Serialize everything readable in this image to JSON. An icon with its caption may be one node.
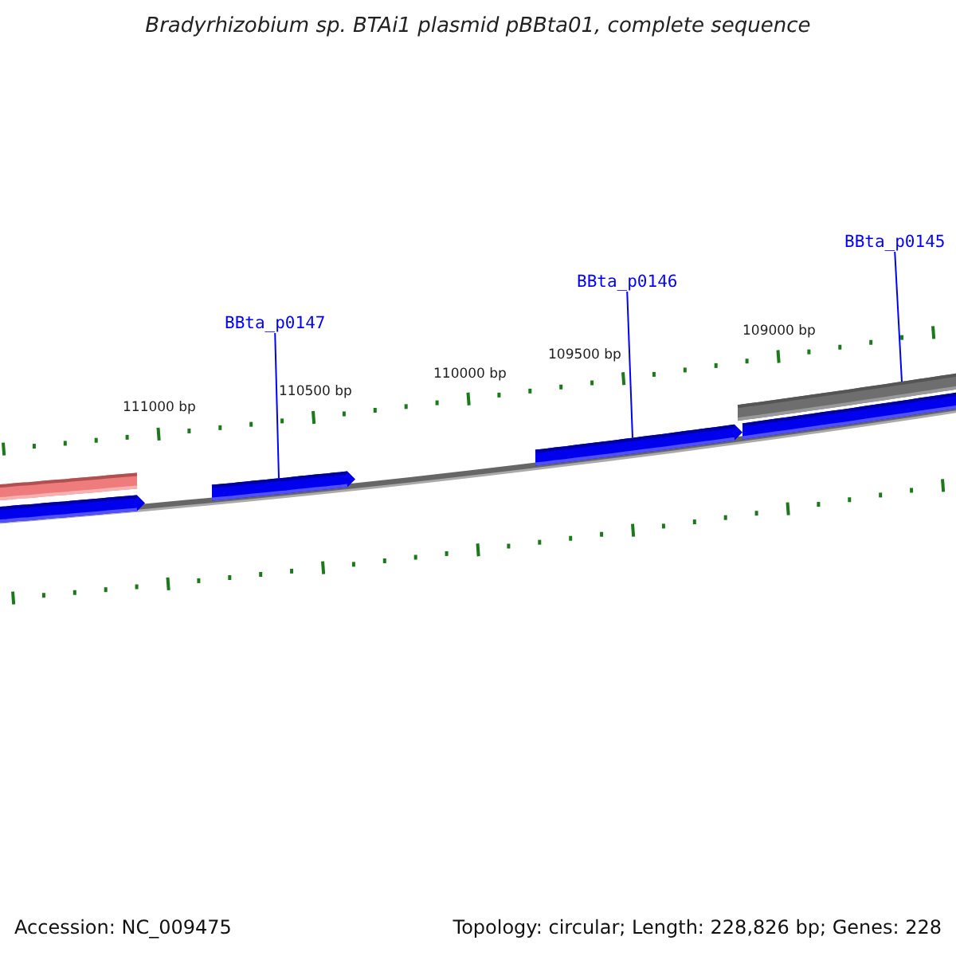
{
  "diagram": {
    "title": "Bradyrhizobium sp. BTAi1 plasmid pBBta01, complete sequence",
    "nodes": [
      {
        "text": [
          "BBta_p0147"
        ]
      },
      {
        "text": [
          "BBta_p0146"
        ]
      },
      {
        "text": [
          "BBta_p0145"
        ]
      },
      {
        "text": [],
        "shape": "bar"
      },
      {
        "text": [],
        "shape": "bar"
      },
      {
        "text": [],
        "shape": "bar"
      },
      {
        "text": [],
        "shape": "bar"
      },
      {
        "text": [],
        "shape": "bar"
      },
      {
        "text": [],
        "shape": "bar"
      }
    ],
    "edges": [
      {
        "from": 0,
        "to": 5,
        "arrow": "none"
      },
      {
        "from": 1,
        "to": 6,
        "arrow": "none"
      },
      {
        "from": 2,
        "to": 7,
        "arrow": "none"
      }
    ],
    "labels": [
      "111000 bp",
      "110500 bp",
      "110000 bp",
      "109500 bp",
      "109000 bp",
      "Accession: NC_009475",
      "Topology: circular; Length: 228,826 bp; Genes: 228"
    ]
  }
}
